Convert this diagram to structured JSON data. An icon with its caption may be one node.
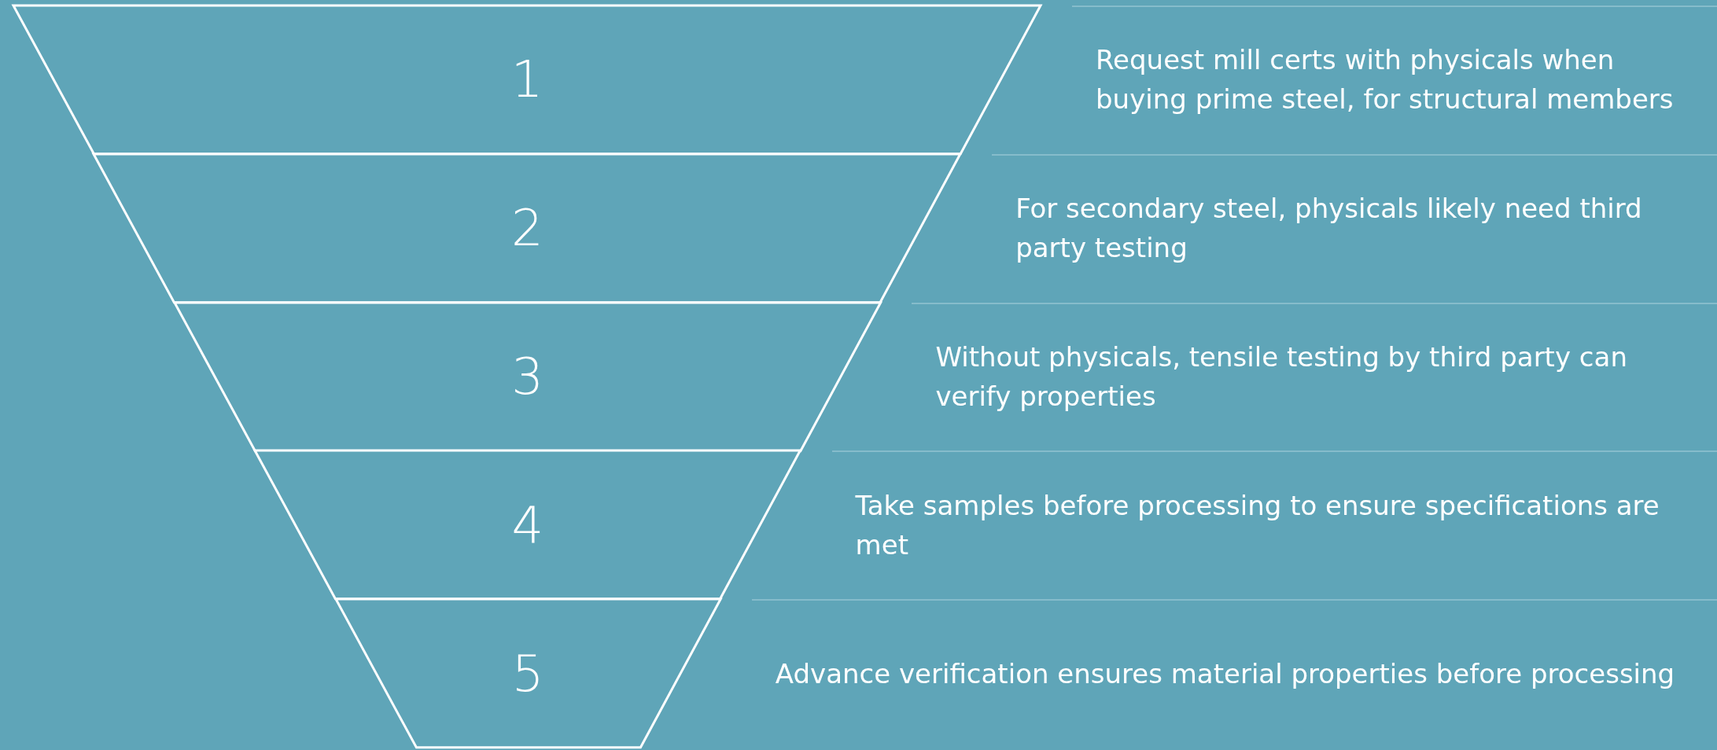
{
  "diagram": {
    "nodes": [
      {
        "text": [
          "1"
        ],
        "beside": [
          "Request mill certs with physicals when buying prime steel, for structural members"
        ]
      },
      {
        "text": [
          "2"
        ],
        "beside": [
          "For secondary steel, physicals likely need third party testing"
        ]
      },
      {
        "text": [
          "3"
        ],
        "beside": [
          "Without physicals, tensile testing by third party can verify properties"
        ]
      },
      {
        "text": [
          "4"
        ],
        "beside": [
          "Take samples before processing to ensure specifications are met"
        ]
      },
      {
        "text": [
          "5"
        ],
        "beside": [
          "Advance verification ensures material properties before processing"
        ]
      }
    ]
  }
}
